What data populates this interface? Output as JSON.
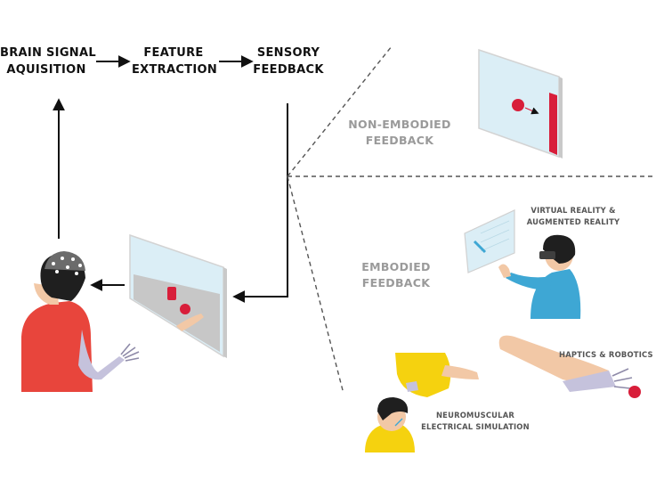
{
  "pipeline": {
    "step1": [
      "BRAIN SIGNAL",
      "AQUISITION"
    ],
    "step2": [
      "FEATURE",
      "EXTRACTION"
    ],
    "step3": [
      "SENSORY",
      "FEEDBACK"
    ]
  },
  "branches": {
    "non_embodied": [
      "NON-EMBODIED",
      "FEEDBACK"
    ],
    "embodied": [
      "EMBODIED",
      "FEEDBACK"
    ]
  },
  "examples": {
    "vr_ar": [
      "VIRTUAL REALITY &",
      "AUGMENTED REALITY"
    ],
    "haptics": [
      "HAPTICS & ROBOTICS"
    ],
    "nmes": [
      "NEUROMUSCULAR",
      "ELECTRICAL SIMULATION"
    ]
  },
  "colors": {
    "ink": "#111111",
    "label_grey": "#9a9a9a",
    "shirt_red": "#e8453c",
    "shirt_blue": "#3ea7d4",
    "shirt_yellow": "#f5d20f",
    "skin": "#f2c8a6",
    "target_red": "#d81e3a",
    "screen_blue": "#dbeef6",
    "prosthetic": "#c5c2dc"
  }
}
